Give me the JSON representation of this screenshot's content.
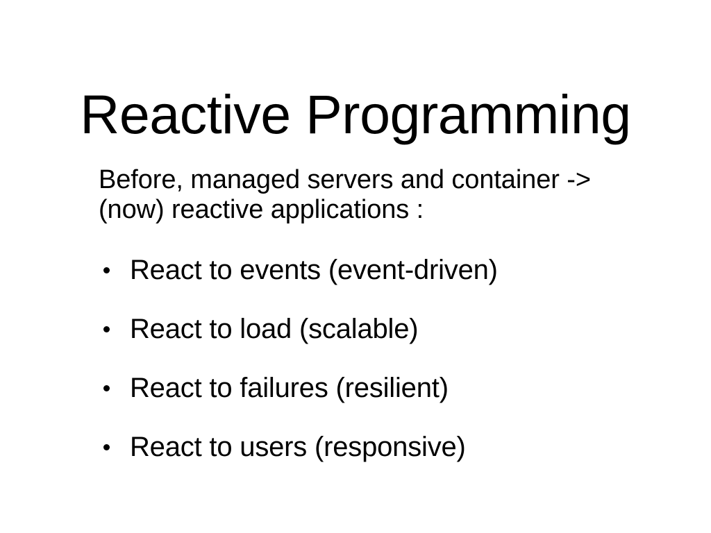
{
  "slide": {
    "title": "Reactive Programming",
    "background_color": "#ffffff",
    "text_color": "#000000",
    "intro": "Before, managed servers and container -> (now) reactive applications :",
    "bullets": [
      {
        "marker": "bullet-dot",
        "text": "React to events (event-driven)"
      },
      {
        "marker": "bullet-dot",
        "text": "React to load (scalable)"
      },
      {
        "marker": "bullet-dot",
        "text": "React to failures (resilient)"
      },
      {
        "marker": "bullet-dot",
        "text": "React to users (responsive)"
      }
    ]
  }
}
